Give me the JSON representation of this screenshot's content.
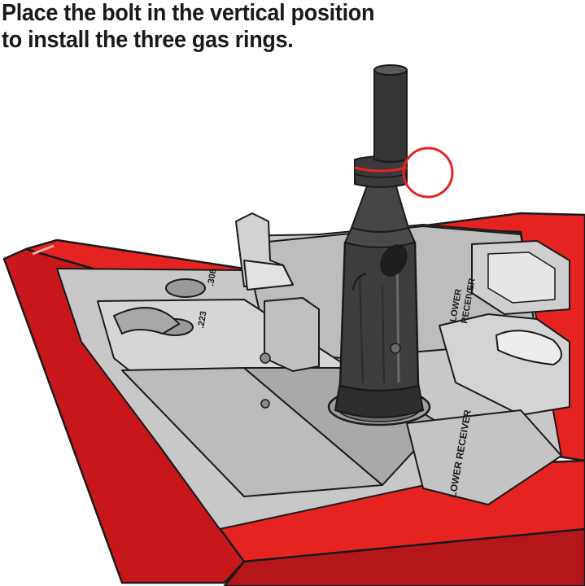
{
  "caption": {
    "line1": "Place the bolt in the vertical position",
    "line2": "to install the three gas rings."
  },
  "engravings": {
    "lower_receiver_front": "LOWER RECEIVER",
    "lower_receiver_back_line1": "LOWER",
    "lower_receiver_back_line2": "RECEIVER",
    "size_label_1": ".308",
    "size_label_2": ".223"
  },
  "colors": {
    "case_red": "#e52421",
    "case_red_dark": "#b5161a",
    "tray_gray": "#b8b8b8",
    "tray_gray_light": "#d6d6d6",
    "bolt_dark": "#3d3d3d",
    "gas_ring_accent": "#e52421",
    "outline": "#1a1a1a"
  },
  "icons": {
    "highlight": "gas-ring-highlight-circle"
  }
}
